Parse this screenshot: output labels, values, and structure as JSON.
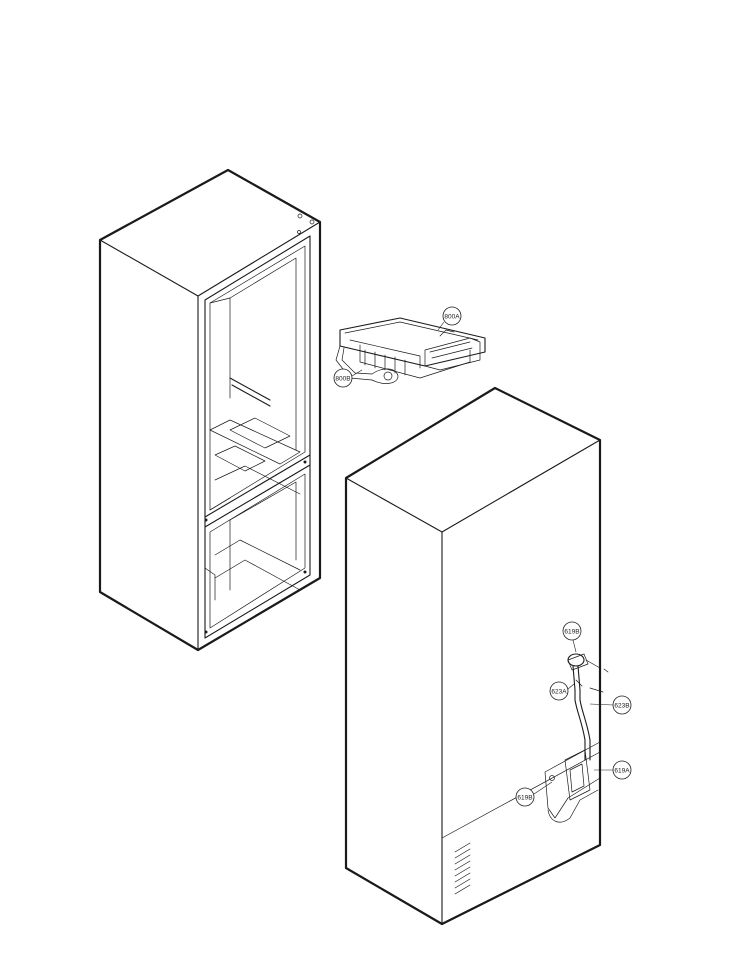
{
  "diagram": {
    "callouts": [
      {
        "id": "callout-800a",
        "label": "800A"
      },
      {
        "id": "callout-800b",
        "label": "800B"
      },
      {
        "id": "callout-619b-top",
        "label": "619B"
      },
      {
        "id": "callout-623a",
        "label": "623A"
      },
      {
        "id": "callout-623b",
        "label": "623B"
      },
      {
        "id": "callout-619a",
        "label": "619A"
      },
      {
        "id": "callout-619b-bottom",
        "label": "619B"
      }
    ]
  }
}
